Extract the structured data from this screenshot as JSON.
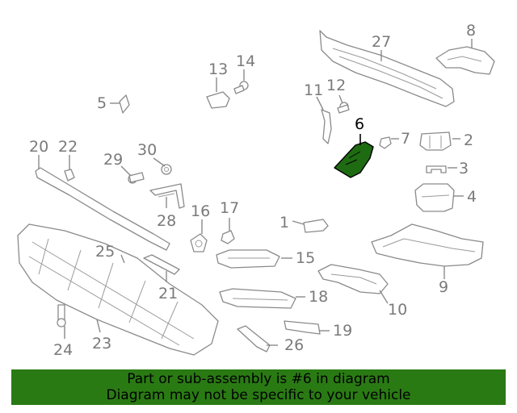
{
  "highlighted_part": "6",
  "callouts": {
    "c1": "1",
    "c2": "2",
    "c3": "3",
    "c4": "4",
    "c5": "5",
    "c6": "6",
    "c7": "7",
    "c8": "8",
    "c9": "9",
    "c10": "10",
    "c11": "11",
    "c12": "12",
    "c13": "13",
    "c14": "14",
    "c15": "15",
    "c16": "16",
    "c17": "17",
    "c18": "18",
    "c19": "19",
    "c20": "20",
    "c21": "21",
    "c22": "22",
    "c23": "23",
    "c24": "24",
    "c25": "25",
    "c26": "26",
    "c27": "27",
    "c28": "28",
    "c29": "29",
    "c30": "30"
  },
  "footer": {
    "line1": "Part or sub-assembly is #6 in diagram",
    "line2": "Diagram may not be specific to your vehicle"
  },
  "colors": {
    "highlight_fill": "#1f6b12",
    "footer_background": "#2a7a14",
    "line_art": "#8a8a8a"
  }
}
